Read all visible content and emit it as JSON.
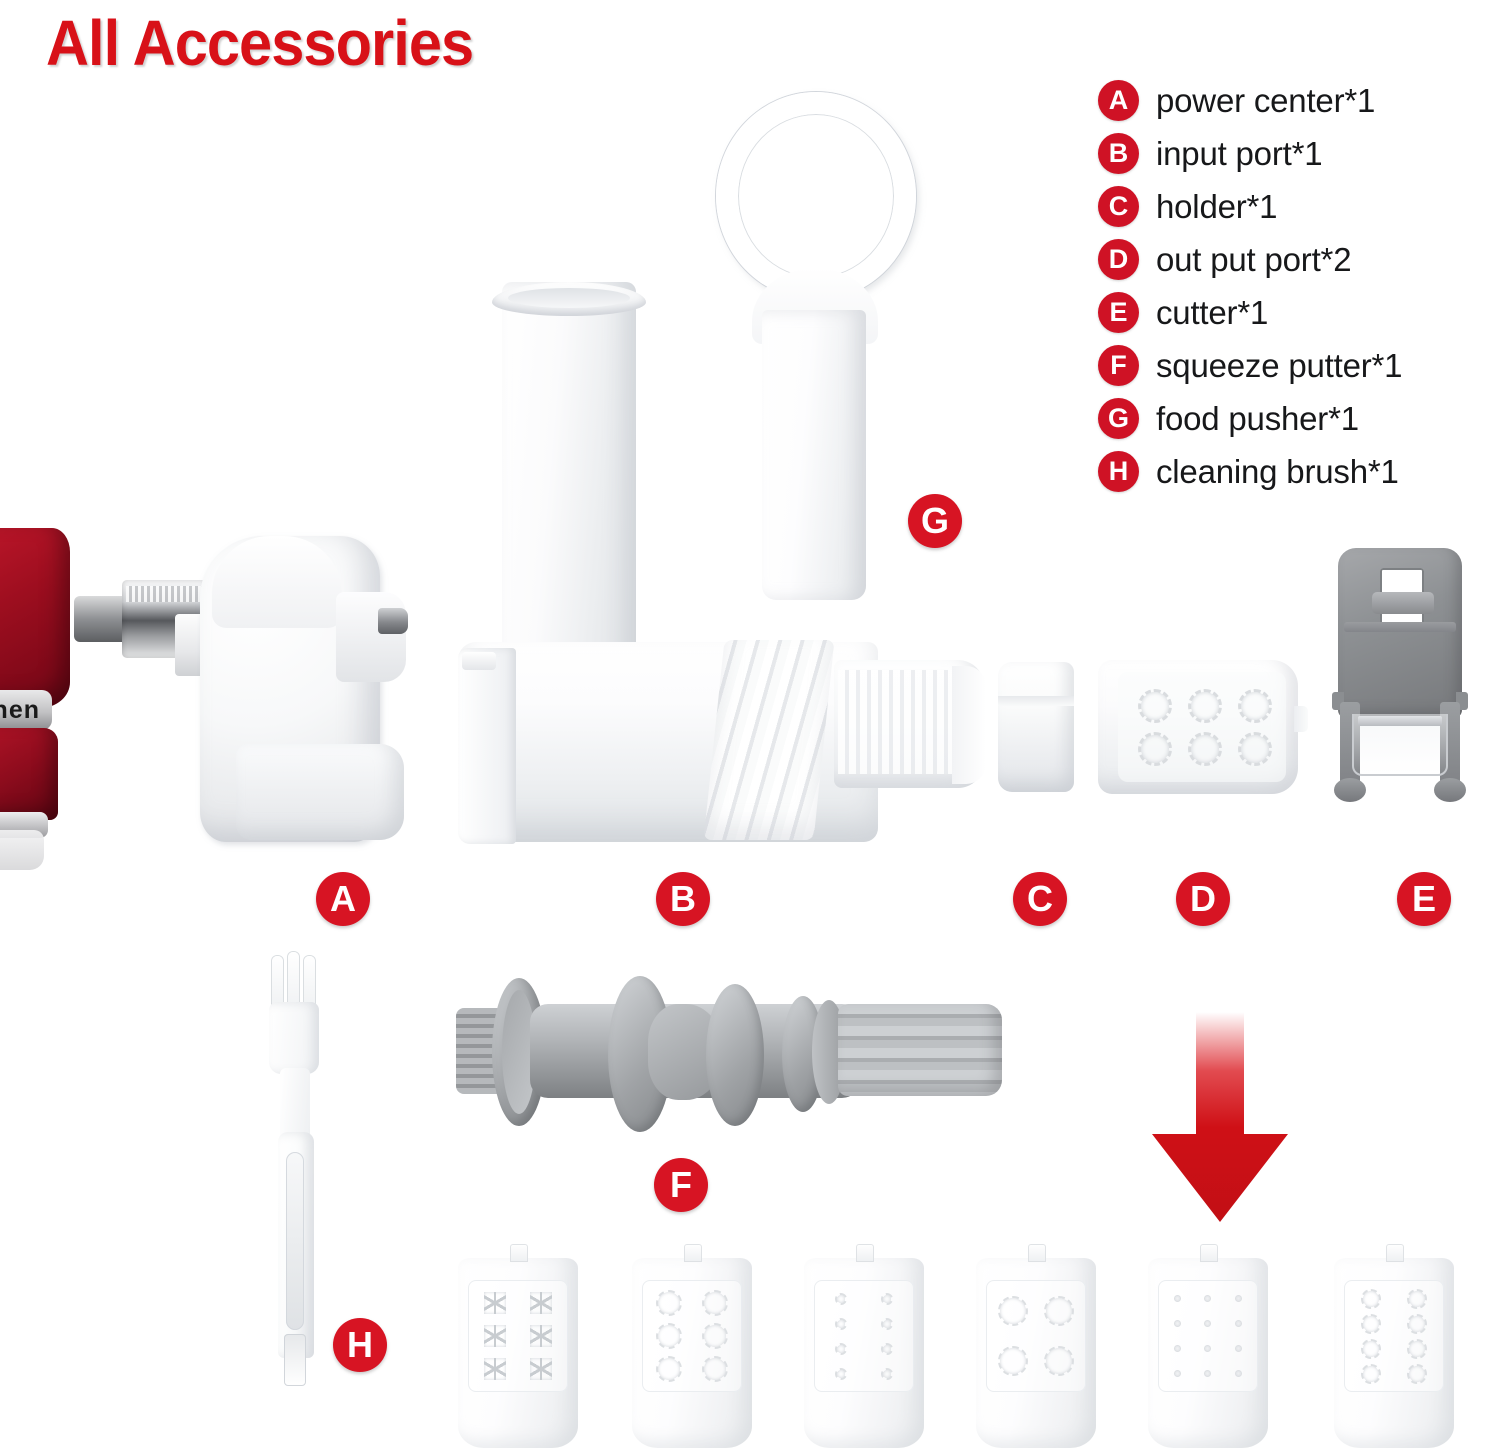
{
  "page": {
    "title": "All Accessories",
    "background_color": "#ffffff",
    "accent_color": "#d71423",
    "title_color": "#d81118"
  },
  "legend": {
    "items": [
      {
        "key": "A",
        "label": "power center*1"
      },
      {
        "key": "B",
        "label": "input port*1"
      },
      {
        "key": "C",
        "label": "holder*1"
      },
      {
        "key": "D",
        "label": "out put port*2"
      },
      {
        "key": "E",
        "label": "cutter*1"
      },
      {
        "key": "F",
        "label": "squeeze putter*1"
      },
      {
        "key": "G",
        "label": "food pusher*1"
      },
      {
        "key": "H",
        "label": "cleaning brush*1"
      }
    ]
  },
  "callouts": {
    "a": "A",
    "b": "B",
    "c": "C",
    "d": "D",
    "e": "E",
    "f": "F",
    "g": "G",
    "h": "H"
  },
  "parts": {
    "mixer": {
      "name": "stand mixer",
      "brand_text": "hen",
      "body_color": "#9d0e1f"
    },
    "a": {
      "name": "power center",
      "color": "#ffffff"
    },
    "b": {
      "name": "input port",
      "color": "#ffffff"
    },
    "c": {
      "name": "holder",
      "color": "#ffffff"
    },
    "d": {
      "name": "out put port",
      "color": "#ffffff",
      "hole_count": 6
    },
    "e": {
      "name": "cutter",
      "color": "#8e9194"
    },
    "f": {
      "name": "squeeze putter",
      "color": "#a0a3a6"
    },
    "g": {
      "name": "food pusher",
      "color": "#ffffff"
    },
    "h": {
      "name": "cleaning brush",
      "color": "#ffffff"
    }
  },
  "arrow": {
    "direction": "down",
    "color": "#cf1016"
  },
  "disc_row": {
    "count": 6,
    "discs": [
      {
        "index": 1,
        "hole_style": "blade",
        "hole_size": "blade",
        "rows": 3,
        "cols": 2
      },
      {
        "index": 2,
        "hole_style": "star",
        "hole_size": "lg",
        "rows": 3,
        "cols": 2
      },
      {
        "index": 3,
        "hole_style": "star",
        "hole_size": "sm",
        "rows": 4,
        "cols": 2
      },
      {
        "index": 4,
        "hole_style": "star",
        "hole_size": "xl",
        "rows": 2,
        "cols": 2
      },
      {
        "index": 5,
        "hole_style": "pin",
        "hole_size": "tiny",
        "rows": 4,
        "cols": 3
      },
      {
        "index": 6,
        "hole_style": "star",
        "hole_size": "md",
        "rows": 4,
        "cols": 2
      }
    ]
  }
}
